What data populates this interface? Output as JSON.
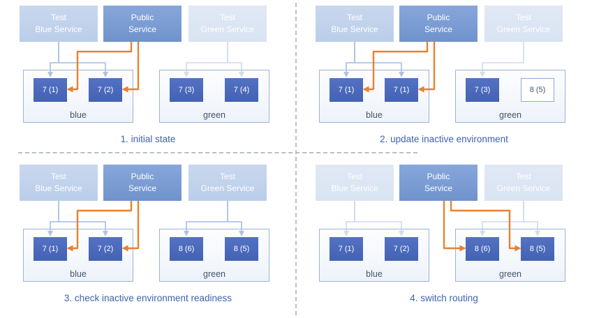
{
  "colors": {
    "test_service_blue": "#bfd0ea",
    "public_service_blue": "#7a9cd4",
    "pod_blue": "#4a68ba",
    "new_pod_border_blue": "#8fa9d6",
    "environment_border_blue": "#9ab3d9",
    "arrow_light_blue": "#aec3e5",
    "arrow_orange": "#e8812f",
    "caption_blue": "#3f62ae",
    "divider_gray": "#b9bfc7"
  },
  "panels": [
    {
      "caption": "1. initial state",
      "services": [
        {
          "label1": "Test",
          "label2": "Blue Service"
        },
        {
          "label1": "Public",
          "label2": "Service"
        },
        {
          "label1": "Test",
          "label2": "Green Service"
        }
      ],
      "environments": [
        {
          "label": "blue",
          "pods": [
            {
              "label": "7 (1)",
              "state": "running"
            },
            {
              "label": "7 (2)",
              "state": "running"
            }
          ]
        },
        {
          "label": "green",
          "pods": [
            {
              "label": "7 (3)",
              "state": "running"
            },
            {
              "label": "7 (4)",
              "state": "running"
            }
          ]
        }
      ]
    },
    {
      "caption": "2. update inactive environment",
      "services": [
        {
          "label1": "Test",
          "label2": "Blue Service"
        },
        {
          "label1": "Public",
          "label2": "Service"
        },
        {
          "label1": "Test",
          "label2": "Green Service"
        }
      ],
      "environments": [
        {
          "label": "blue",
          "pods": [
            {
              "label": "7 (1)",
              "state": "running"
            },
            {
              "label": "7 (1)",
              "state": "running"
            }
          ]
        },
        {
          "label": "green",
          "pods": [
            {
              "label": "7 (3)",
              "state": "running"
            },
            {
              "label": "8 (5)",
              "state": "starting"
            }
          ]
        }
      ]
    },
    {
      "caption": "3. check inactive environment readiness",
      "services": [
        {
          "label1": "Test",
          "label2": "Blue Service"
        },
        {
          "label1": "Public",
          "label2": "Service"
        },
        {
          "label1": "Test",
          "label2": "Green Service"
        }
      ],
      "environments": [
        {
          "label": "blue",
          "pods": [
            {
              "label": "7 (1)",
              "state": "running"
            },
            {
              "label": "7 (2)",
              "state": "running"
            }
          ]
        },
        {
          "label": "green",
          "pods": [
            {
              "label": "8 (6)",
              "state": "running"
            },
            {
              "label": "8 (5)",
              "state": "running"
            }
          ]
        }
      ]
    },
    {
      "caption": "4. switch routing",
      "services": [
        {
          "label1": "Test",
          "label2": "Blue Service"
        },
        {
          "label1": "Public",
          "label2": "Service"
        },
        {
          "label1": "Test",
          "label2": "Green Service"
        }
      ],
      "environments": [
        {
          "label": "blue",
          "pods": [
            {
              "label": "7 (1)",
              "state": "running"
            },
            {
              "label": "7 (2)",
              "state": "running"
            }
          ]
        },
        {
          "label": "green",
          "pods": [
            {
              "label": "8 (6)",
              "state": "running"
            },
            {
              "label": "8 (5)",
              "state": "running"
            }
          ]
        }
      ]
    }
  ]
}
